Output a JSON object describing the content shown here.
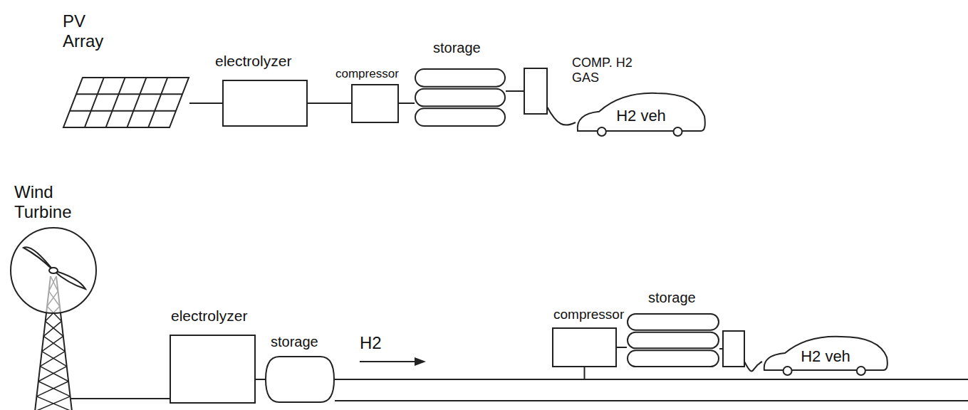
{
  "diagram": {
    "nodes": [
      {
        "text": [
          "PV Array"
        ]
      },
      {
        "text": [
          "electrolyzer"
        ]
      },
      {
        "text": [
          "compressor"
        ]
      },
      {
        "text": [
          "storage"
        ]
      },
      {
        "text": [
          "H2 veh"
        ]
      },
      {
        "text": [
          "Wind Turbine"
        ]
      },
      {
        "text": [
          "electrolyzer"
        ]
      },
      {
        "text": [
          "storage"
        ]
      },
      {
        "text": [
          "compressor"
        ]
      },
      {
        "text": [
          "storage"
        ]
      },
      {
        "text": [
          "H2 veh"
        ]
      }
    ],
    "edges": [
      {
        "from": 0,
        "to": 1,
        "arrow": "none"
      },
      {
        "from": 1,
        "to": 2,
        "arrow": "none"
      },
      {
        "from": 2,
        "to": 3,
        "arrow": "none"
      },
      {
        "from": 3,
        "to": 4,
        "arrow": "none"
      },
      {
        "from": 5,
        "to": 6,
        "arrow": "none"
      },
      {
        "from": 6,
        "to": 7,
        "arrow": "none"
      },
      {
        "from": 7,
        "to": 8,
        "arrow": "none"
      },
      {
        "from": 8,
        "to": 9,
        "arrow": "none"
      },
      {
        "from": 9,
        "to": 10,
        "arrow": "none"
      }
    ],
    "labels": [
      "COMP. H2 GAS",
      "H2"
    ]
  }
}
